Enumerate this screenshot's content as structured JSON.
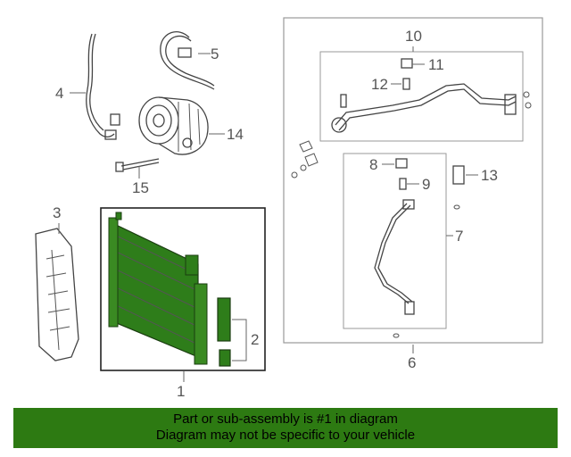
{
  "callouts": {
    "c1": "1",
    "c2": "2",
    "c3": "3",
    "c4": "4",
    "c5": "5",
    "c6": "6",
    "c7": "7",
    "c8": "8",
    "c9": "9",
    "c10": "10",
    "c11": "11",
    "c12": "12",
    "c13": "13",
    "c14": "14",
    "c15": "15"
  },
  "banner": {
    "line1": "Part or sub-assembly is #1 in diagram",
    "line2": "Diagram may not be specific to your vehicle"
  },
  "colors": {
    "condenser_fill": "#2e7d1a",
    "banner_bg": "#2d7a12",
    "line_color": "#444444",
    "box_border": "#999999"
  }
}
